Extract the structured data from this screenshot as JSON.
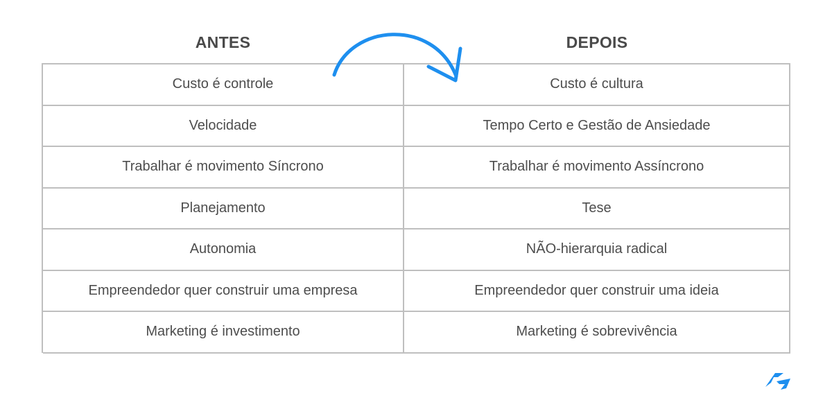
{
  "headers": {
    "left": "ANTES",
    "right": "DEPOIS"
  },
  "rows": [
    {
      "antes": "Custo é controle",
      "depois": "Custo é cultura"
    },
    {
      "antes": "Velocidade",
      "depois": "Tempo Certo e Gestão de Ansiedade"
    },
    {
      "antes": "Trabalhar é movimento Síncrono",
      "depois": "Trabalhar é movimento Assíncrono"
    },
    {
      "antes": "Planejamento",
      "depois": "Tese"
    },
    {
      "antes": "Autonomia",
      "depois": "NÃO-hierarquia radical"
    },
    {
      "antes": "Empreendedor quer construir uma empresa",
      "depois": "Empreendedor quer construir uma ideia"
    },
    {
      "antes": "Marketing é investimento",
      "depois": "Marketing é sobrevivência"
    }
  ],
  "colors": {
    "arrow": "#1e8fef",
    "border": "#bfbfbf",
    "text": "#4d4d4d",
    "header": "#4a4a4a",
    "logo": "#1e8fef"
  },
  "icons": {
    "arrow": "curved-arrow-icon",
    "logo": "brand-logo-icon"
  }
}
